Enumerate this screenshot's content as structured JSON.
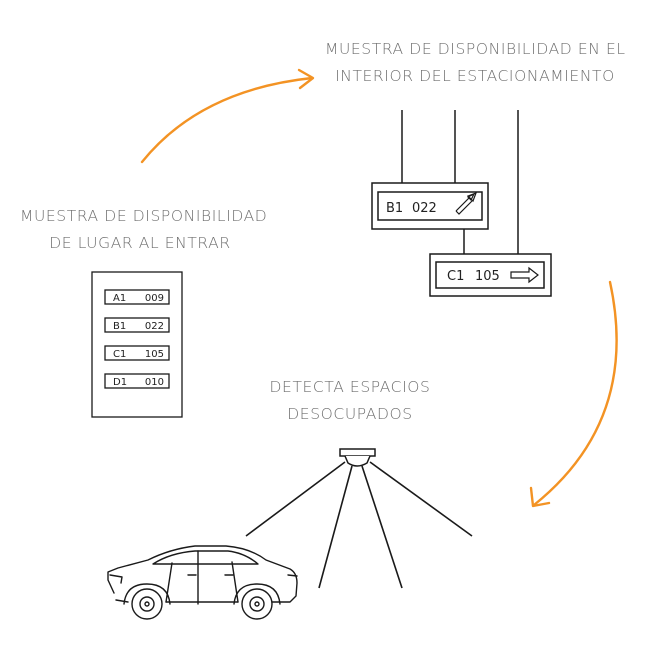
{
  "captions": {
    "entry": {
      "line1": "MUESTRA DE DISPONIBILIDAD",
      "line2": "DE LUGAR AL ENTRAR"
    },
    "interior": {
      "line1": "MUESTRA DE DISPONIBILIDAD EN EL",
      "line2": "INTERIOR DEL ESTACIONAMIENTO"
    },
    "detect": {
      "line1": "DETECTA ESPACIOS",
      "line2": "DESOCUPADOS"
    }
  },
  "entry_panel": {
    "rows": [
      {
        "level": "A1",
        "count": "009"
      },
      {
        "level": "B1",
        "count": "022"
      },
      {
        "level": "C1",
        "count": "105"
      },
      {
        "level": "D1",
        "count": "010"
      }
    ]
  },
  "interior_signs": [
    {
      "level": "B1",
      "count": "022",
      "arrow_icon": "arrow-up-right-icon"
    },
    {
      "level": "C1",
      "count": "105",
      "arrow_icon": "arrow-right-icon"
    }
  ],
  "colors": {
    "accent_orange": "#f39324",
    "line": "#1a1a1a",
    "caption_text": "#6f6f6f"
  }
}
